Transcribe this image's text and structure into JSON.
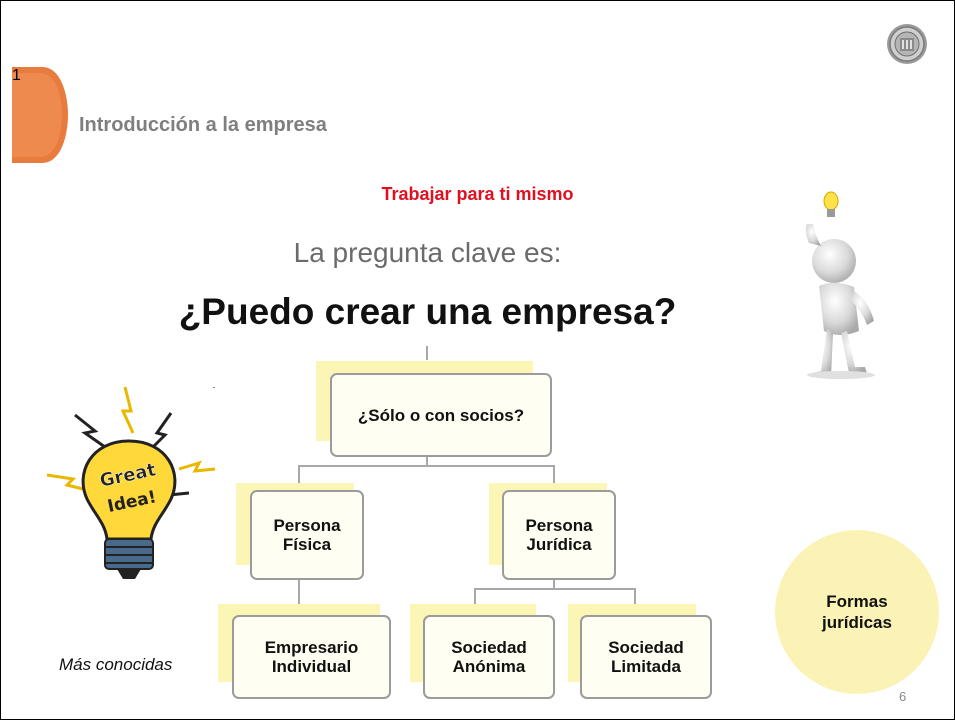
{
  "slide": {
    "section_number": "1",
    "section_title": "Introducción a la empresa",
    "subtitle": "Trabajar para ti mismo",
    "lead": "La pregunta clave es:",
    "headline": "¿Puedo crear una empresa?",
    "page_number": "6"
  },
  "colors": {
    "subtitle": "#e01020",
    "badge_orange": "#e87c3e",
    "node_fill": "#fefef2",
    "node_shadow": "#fbf5b6",
    "node_border": "#9b9b9b",
    "legend_fill": "#fbf3b5"
  },
  "diagram": {
    "root": "¿Sólo o con socios?",
    "level1": [
      "Persona Física",
      "Persona Jurídica"
    ],
    "level2": [
      "Empresario Individual",
      "Sociedad Anónima",
      "Sociedad Limitada"
    ],
    "caption": "Más conocidas",
    "legend": "Formas jurídicas"
  },
  "images": {
    "left_bulb_text": "Great Idea!",
    "right_figure": "3d-figure-with-lightbulb",
    "emblem": "university-seal-icon"
  }
}
